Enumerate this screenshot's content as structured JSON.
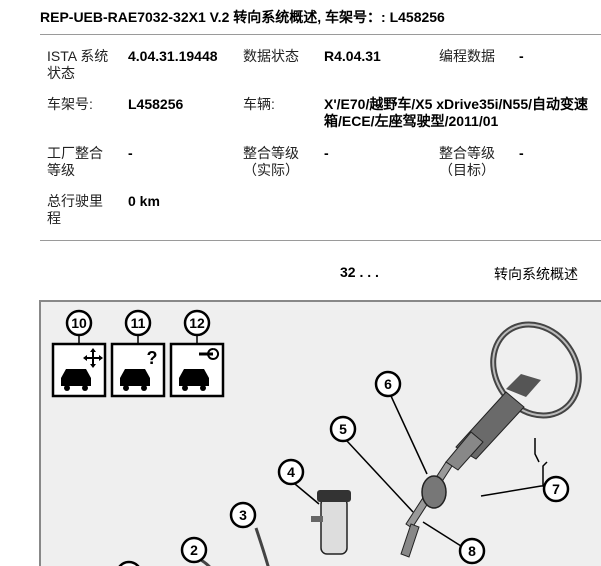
{
  "header": {
    "title": "REP-UEB-RAE7032-32X1   V.2   转向系统概述, 车架号：: L458256"
  },
  "info": {
    "ista_label": "ISTA 系统状态",
    "ista_value": "4.04.31.19448",
    "data_status_label": "数据状态",
    "data_status_value": "R4.04.31",
    "programming_label": "编程数据",
    "programming_value": "-",
    "vin_label": "车架号:",
    "vin_value": "L458256",
    "vehicle_label": "车辆:",
    "vehicle_value": "X'/E70/越野车/X5 xDrive35i/N55/自动变速箱/ECE/左座驾驶型/2011/01",
    "factory_level_label": "工厂整合等级",
    "factory_level_value": "-",
    "actual_level_label": "整合等级（实际）",
    "actual_level_value": "-",
    "target_level_label": "整合等级（目标）",
    "target_level_value": "-",
    "mileage_label": "总行驶里程",
    "mileage_value": "0 km"
  },
  "section": {
    "number": "32 . . .",
    "title": "转向系统概述"
  },
  "figure": {
    "callouts": [
      "10",
      "11",
      "12",
      "6",
      "5",
      "4",
      "3",
      "2",
      "7",
      "8"
    ],
    "icons": [
      "car-move-icon",
      "car-question-icon",
      "car-wrench-icon"
    ]
  }
}
